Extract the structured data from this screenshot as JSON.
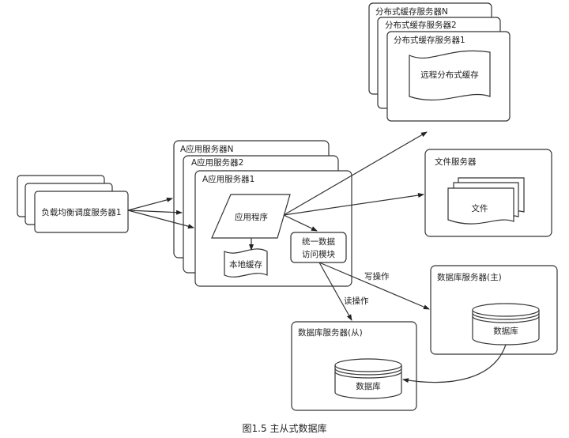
{
  "caption": "图1.5  主从式数据库",
  "colors": {
    "stroke": "#333333",
    "background": "#ffffff",
    "text": "#222222"
  },
  "nodes": {
    "load_balancer": {
      "labels": [
        "负载均衡调度服务器1"
      ]
    },
    "app_servers": {
      "labels": [
        "A应用服务器N",
        "A应用服务器2",
        "A应用服务器1"
      ],
      "app_program": "应用程序",
      "local_cache": "本地缓存",
      "data_access": [
        "统一数据",
        "访问模块"
      ]
    },
    "cache_servers": {
      "labels": [
        "分布式缓存服务器N",
        "分布式缓存服务器2",
        "分布式缓存服务器1"
      ],
      "remote_cache": "远程分布式缓存"
    },
    "file_server": {
      "label": "文件服务器",
      "file": "文件"
    },
    "db_master": {
      "label": "数据库服务器(主)",
      "db": "数据库"
    },
    "db_slave": {
      "label": "数据库服务器(从)",
      "db": "数据库"
    }
  },
  "edges": {
    "write_label": "写操作",
    "read_label": "读操作"
  }
}
